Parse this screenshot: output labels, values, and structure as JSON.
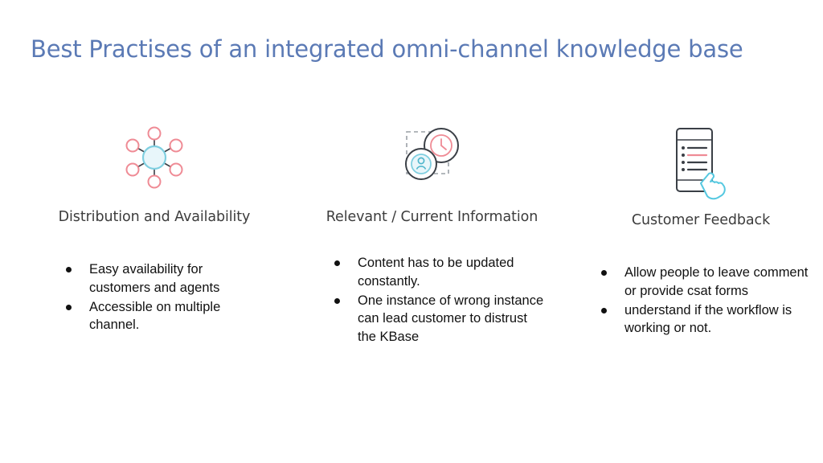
{
  "slide": {
    "title": "Best Practises of an integrated omni-channel knowledge base",
    "title_color": "#5b7ab5",
    "background_color": "#ffffff",
    "columns": [
      {
        "icon": "network-hub-icon",
        "heading": "Distribution and Availability",
        "bullets": [
          "Easy availability for customers and agents",
          "Accessible on multiple channel."
        ]
      },
      {
        "icon": "clock-user-icon",
        "heading": "Relevant / Current Information",
        "bullets": [
          "Content has to be updated constantly.",
          "One instance of wrong instance can lead customer to distrust the KBase"
        ]
      },
      {
        "icon": "phone-checklist-tap-icon",
        "heading": "Customer Feedback",
        "bullets": [
          "Allow people to leave comment or provide csat forms",
          "understand if the workflow is working or not."
        ]
      }
    ]
  },
  "palette": {
    "pink": "#ef8b95",
    "cyan": "#7fcfe0",
    "outline": "#3a3f46",
    "dashed": "#9aa0a6",
    "heading_text": "#3c3c3c",
    "body_text": "#111111"
  }
}
